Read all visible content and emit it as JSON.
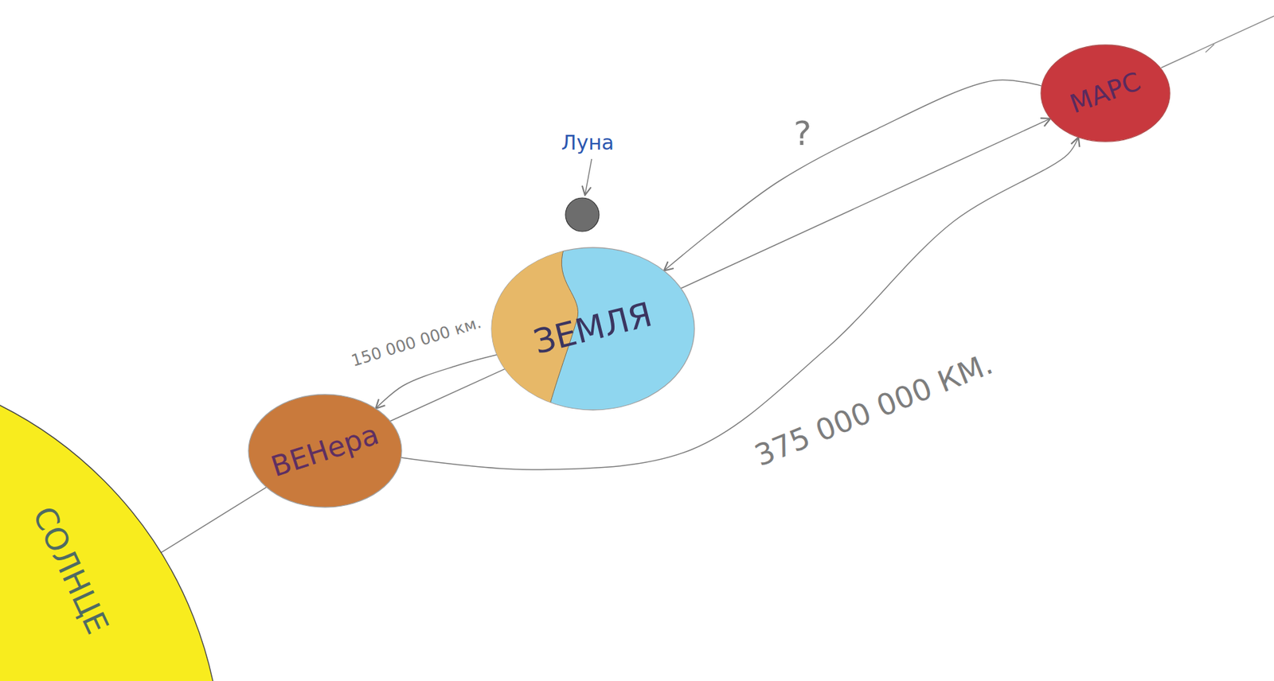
{
  "diagram": {
    "nodes": [
      {
        "text": [
          "СОЛНЦЕ"
        ]
      },
      {
        "text": [
          "ВЕНера"
        ]
      },
      {
        "text": [
          "Луна"
        ]
      },
      {
        "text": [
          "ЗЕМЛЯ"
        ]
      },
      {
        "text": [
          "МАРС"
        ]
      }
    ],
    "edges": [
      {
        "from": 0,
        "to": 1,
        "arrow": "none"
      },
      {
        "from": 1,
        "to": 3,
        "arrow": "none"
      },
      {
        "from": 3,
        "to": 4,
        "arrow": "to"
      },
      {
        "from": 3,
        "to": 1,
        "arrow": "to",
        "label": "150 000 000 км."
      },
      {
        "from": 1,
        "to": 4,
        "arrow": "to",
        "label": "375 000 000 КМ."
      },
      {
        "from": 4,
        "to": 3,
        "arrow": "to",
        "label": "?"
      }
    ]
  }
}
